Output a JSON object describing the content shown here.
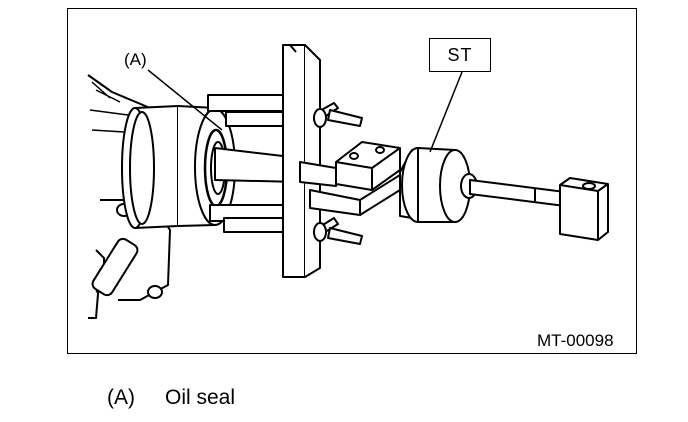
{
  "figure": {
    "callout_a": "(A)",
    "callout_st": "ST",
    "figure_id": "MT-00098"
  },
  "legend": [
    {
      "key": "(A)",
      "text": "Oil seal"
    }
  ]
}
